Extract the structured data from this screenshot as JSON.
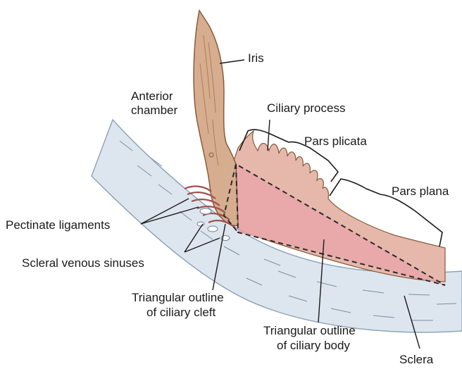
{
  "labels": {
    "iris": "Iris",
    "anterior_chamber_line1": "Anterior",
    "anterior_chamber_line2": "chamber",
    "ciliary_process": "Ciliary process",
    "pars_plicata": "Pars plicata",
    "pars_plana": "Pars plana",
    "pectinate_ligaments": "Pectinate ligaments",
    "scleral_venous_sinuses": "Scleral venous sinuses",
    "ciliary_cleft_line1": "Triangular outline",
    "ciliary_cleft_line2": "of ciliary cleft",
    "ciliary_body_line1": "Triangular outline",
    "ciliary_body_line2": "of ciliary body",
    "sclera": "Sclera"
  },
  "colors": {
    "sclera": "#dde6ef",
    "sclera_stroke": "#8fa4b8",
    "iris": "#d6ad8e",
    "iris_stroke": "#8a5a3a",
    "ciliary_tissue": "#e6b8ac",
    "ciliary_body_fill": "#e9a4a8",
    "ligament": "#a05050"
  }
}
